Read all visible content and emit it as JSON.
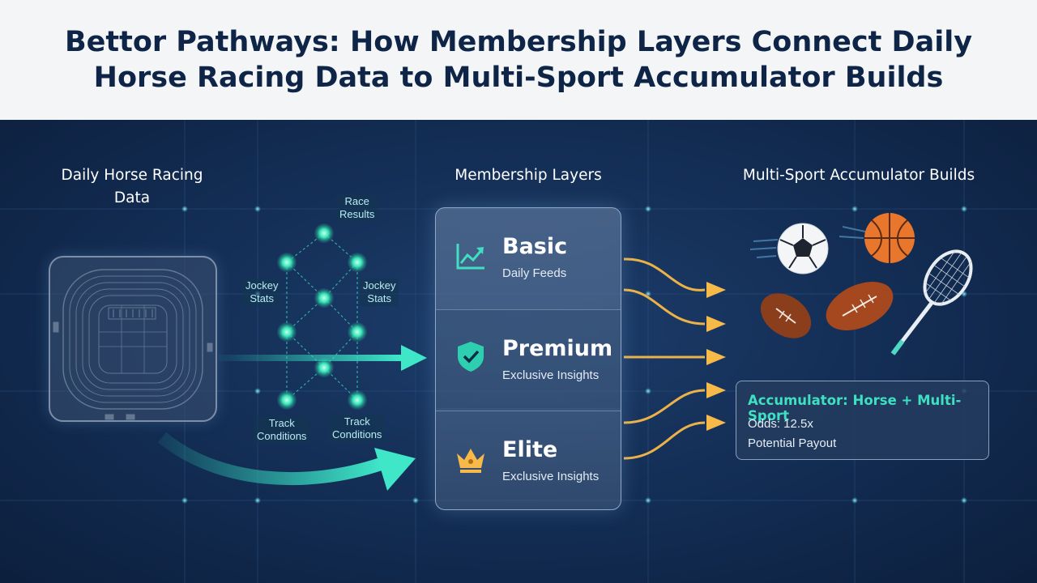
{
  "title": {
    "line1": "Bettor Pathways: How Membership Layers Connect Daily",
    "line2": "Horse Racing Data to Multi-Sport Accumulator Builds"
  },
  "columns": {
    "left_line1": "Daily Horse Racing",
    "left_line2": "Data",
    "middle": "Membership Layers",
    "right": "Multi-Sport Accumulator Builds"
  },
  "network_labels": {
    "race_line1": "Race",
    "race_line2": "Results",
    "jockey_left_line1": "Jockey",
    "jockey_left_line2": "Stats",
    "jockey_right_line1": "Jockey",
    "jockey_right_line2": "Stats",
    "track_left_line1": "Track",
    "track_left_line2": "Conditions",
    "track_right_line1": "Track",
    "track_right_line2": "Conditions"
  },
  "tiers": [
    {
      "name": "Basic",
      "subtitle": "Daily Feeds",
      "icon": "chart-trend-icon"
    },
    {
      "name": "Premium",
      "subtitle": "Exclusive Insights",
      "icon": "shield-check-icon"
    },
    {
      "name": "Elite",
      "subtitle": "Exclusive Insights",
      "icon": "crown-icon"
    }
  ],
  "accumulator": {
    "title": "Accumulator: Horse + Multi-Sport",
    "odds": "Odds: 12.5x",
    "payout": "Potential Payout"
  },
  "sports": [
    "soccer-ball-icon",
    "basketball-icon",
    "american-football-icon",
    "rugby-ball-icon",
    "tennis-racket-icon"
  ],
  "colors": {
    "teal": "#3fe0c2",
    "amber": "#f7b947",
    "title": "#0f2547",
    "background": "#142f57"
  }
}
